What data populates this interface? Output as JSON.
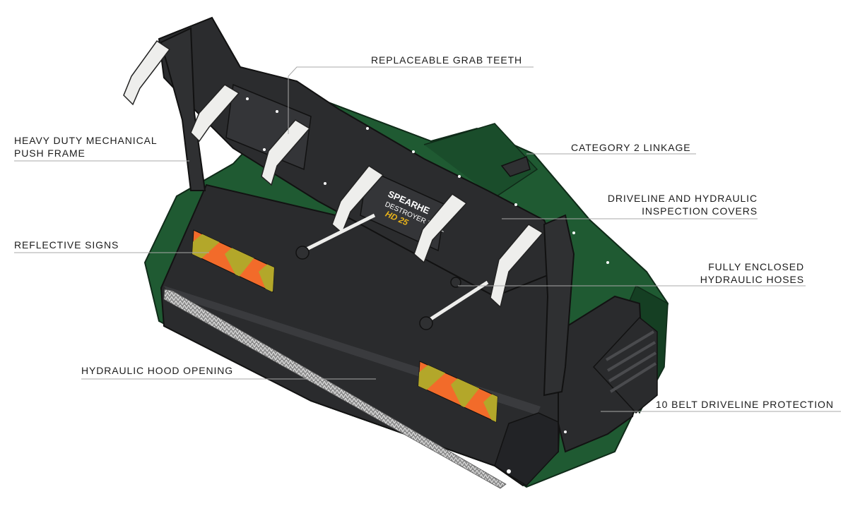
{
  "colors": {
    "body_green": "#1f5a32",
    "dark_green": "#153f23",
    "hood_black": "#2a2b2d",
    "bracket_white": "#eeeeec",
    "sign_orange": "#f26b2a",
    "sign_yellow": "#b3a72a",
    "brand_yellow": "#e7b21b",
    "leader_line": "#a8a8a8"
  },
  "icons": {
    "machine": "flail-mower-illustration"
  },
  "brand": {
    "name": "SPEARHE",
    "model_line": "DESTROYER FLAIL",
    "model_code": "HD 25"
  },
  "callouts": {
    "grab_teeth": {
      "line1": "REPLACEABLE GRAB TEETH"
    },
    "push_frame": {
      "line1": "HEAVY DUTY MECHANICAL",
      "line2": "PUSH FRAME"
    },
    "linkage": {
      "line1": "CATEGORY 2 LINKAGE"
    },
    "inspection_covers": {
      "line1": "DRIVELINE AND HYDRAULIC",
      "line2": "INSPECTION COVERS"
    },
    "reflective_signs": {
      "line1": "REFLECTIVE SIGNS"
    },
    "hydraulic_hoses": {
      "line1": "FULLY ENCLOSED",
      "line2": "HYDRAULIC HOSES"
    },
    "hood_opening": {
      "line1": "HYDRAULIC HOOD OPENING"
    },
    "belt_protection": {
      "line1": "10 BELT DRIVELINE PROTECTION"
    }
  }
}
